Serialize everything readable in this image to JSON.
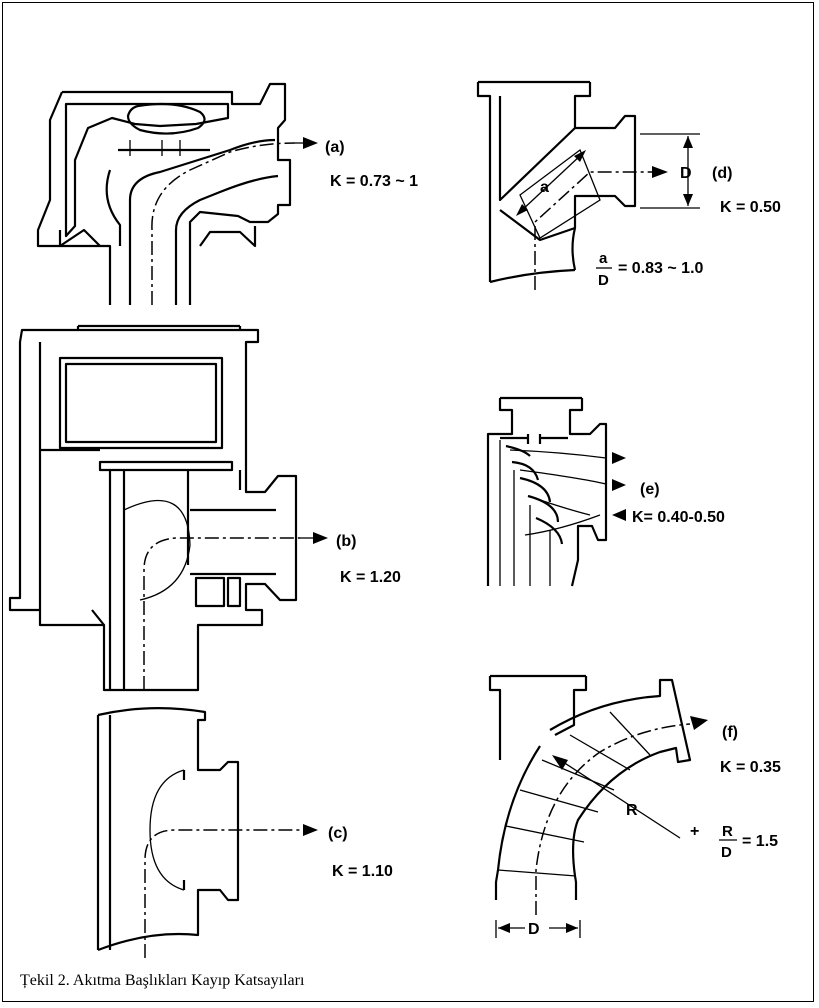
{
  "caption": "Țekil 2. Akıtma Başlıkları Kayıp Katsayıları",
  "figures": {
    "a": {
      "tag": "(a)",
      "coef": "K = 0.73 ~ 1"
    },
    "b": {
      "tag": "(b)",
      "coef": "K = 1.20"
    },
    "c": {
      "tag": "(c)",
      "coef": "K = 1.10"
    },
    "d": {
      "tag": "(d)",
      "coef": "K = 0.50",
      "dim_D": "D",
      "dim_a": "a",
      "ratio_num": "a",
      "ratio_den": "D",
      "ratio_val": "= 0.83 ~ 1.0"
    },
    "e": {
      "tag": "(e)",
      "coef": "K= 0.40-0.50"
    },
    "f": {
      "tag": "(f)",
      "coef": "K = 0.35",
      "dim_R": "R",
      "dim_D": "D",
      "ratio_num": "R",
      "ratio_den": "D",
      "ratio_val": "= 1.5",
      "center_mark": "+"
    }
  }
}
